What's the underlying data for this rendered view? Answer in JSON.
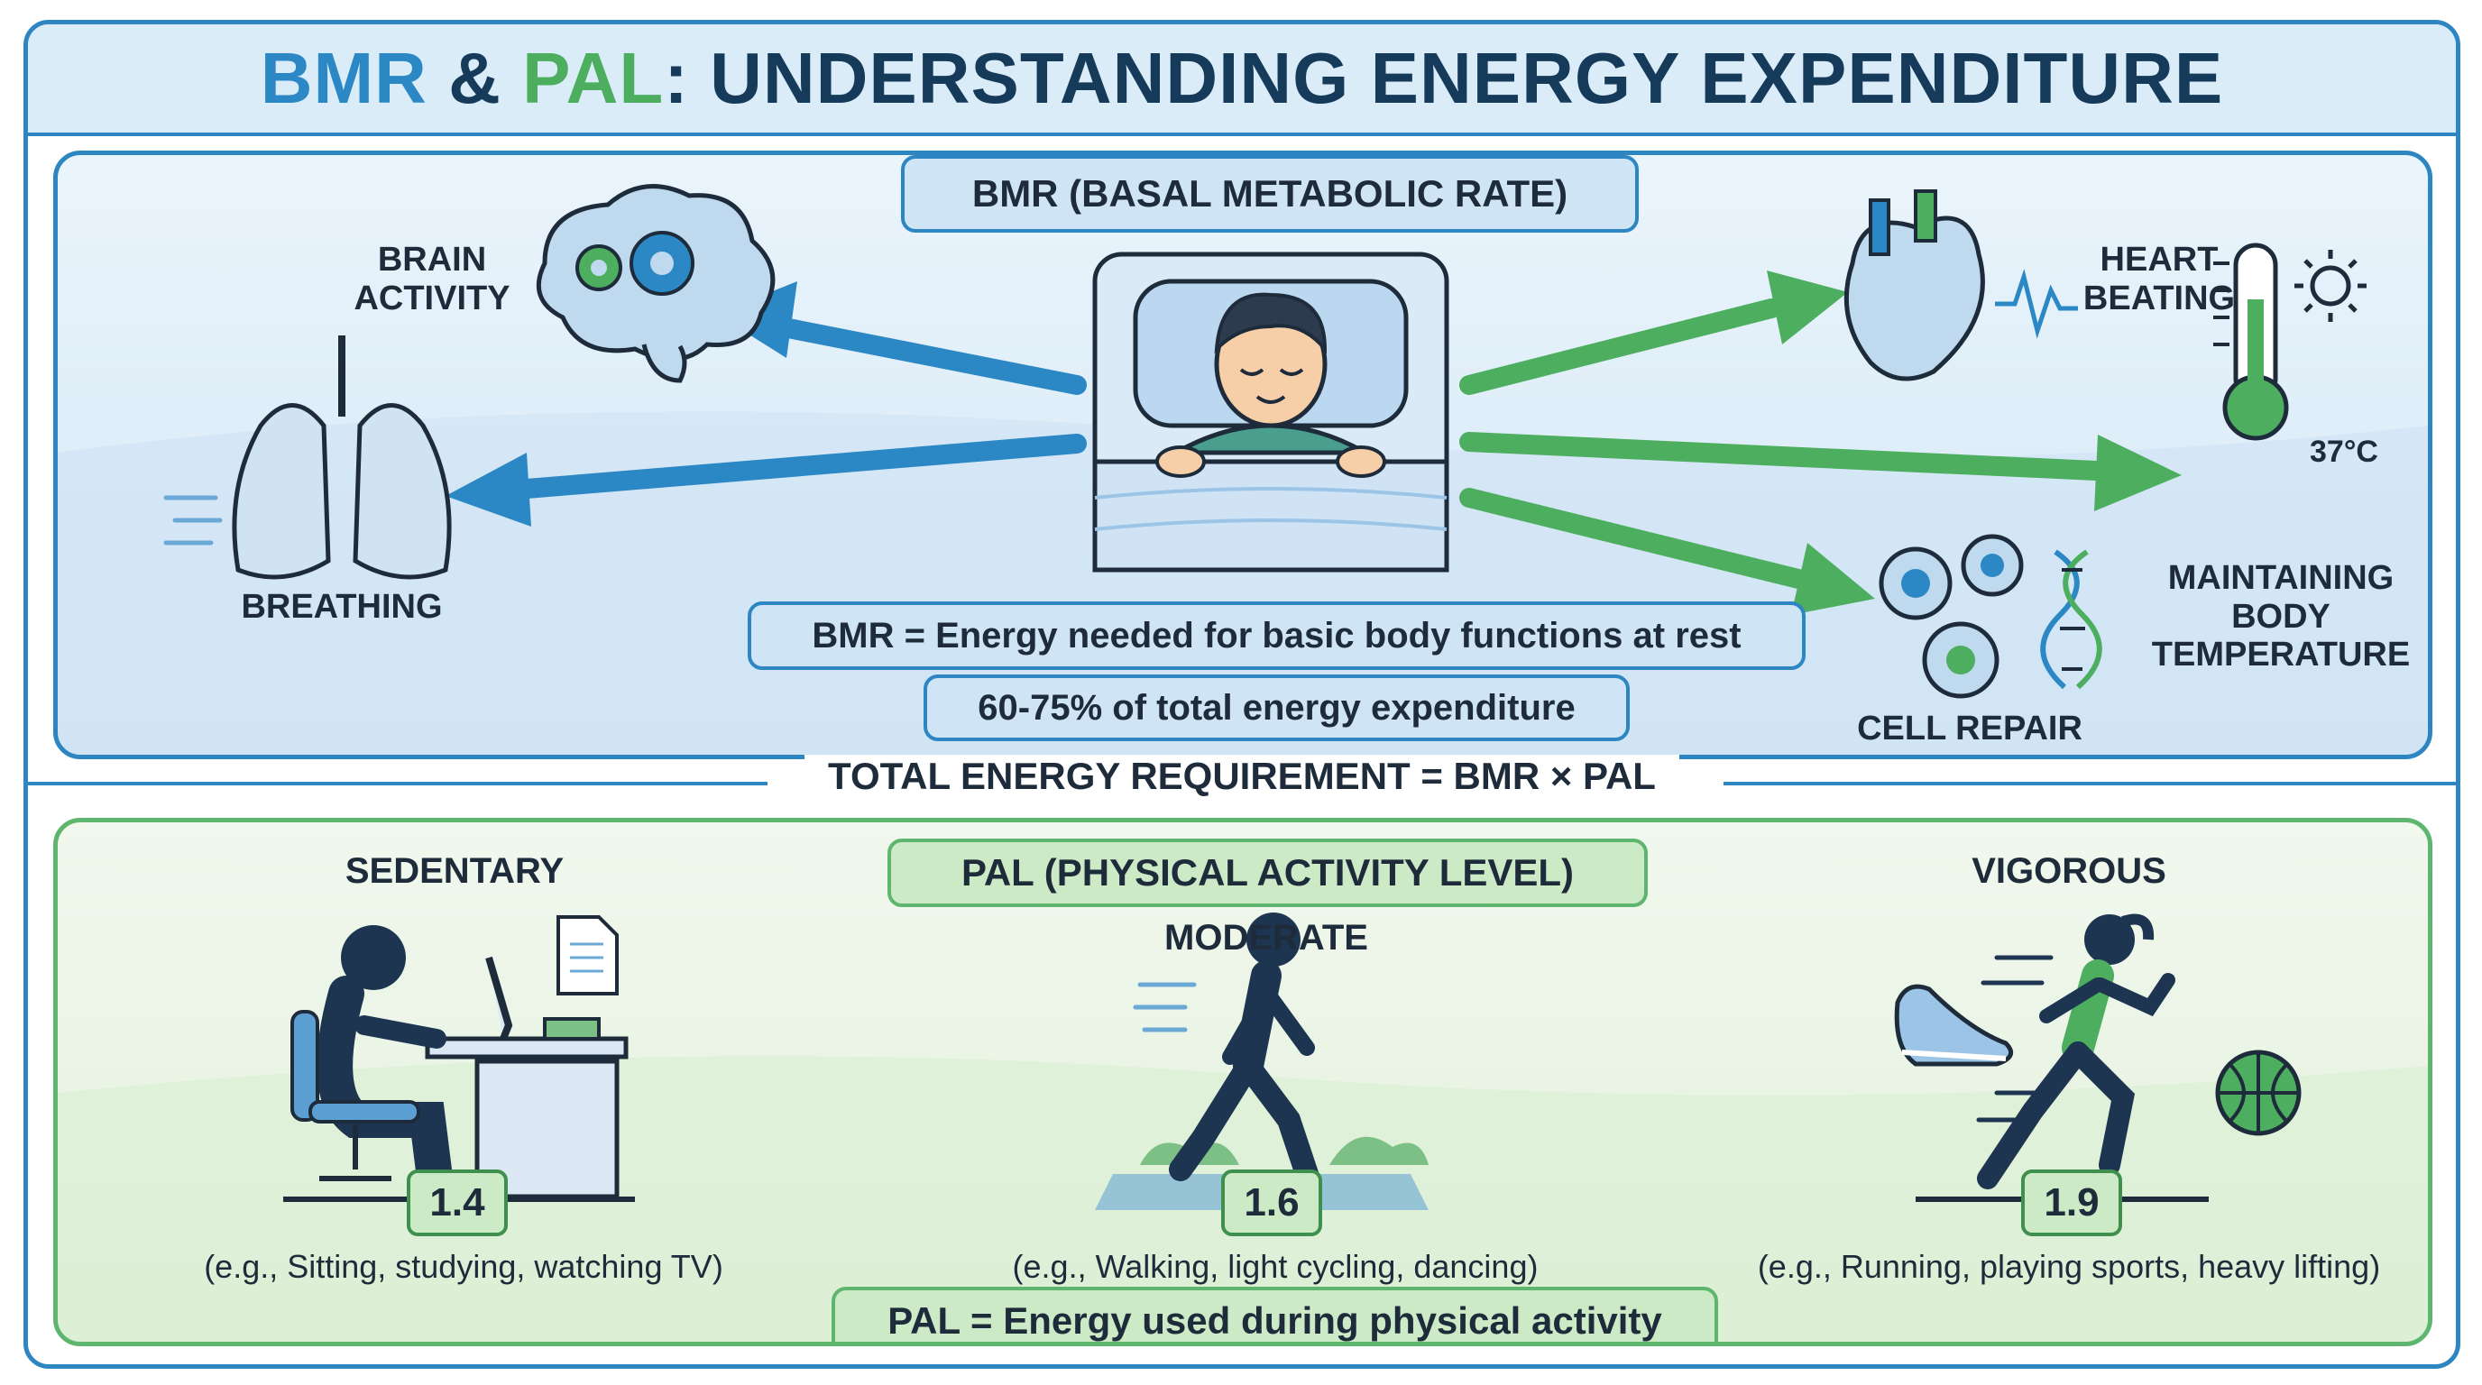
{
  "title": {
    "part1": "BMR",
    "part2": " & ",
    "part3": "PAL",
    "part4": ": UNDERSTANDING ENERGY EXPENDITURE"
  },
  "bmr_section": {
    "heading": "BMR (BASAL METABOLIC RATE)",
    "items": {
      "brain": "BRAIN\nACTIVITY",
      "breathing": "BREATHING",
      "heart": "HEART\nBEATING",
      "temperature": "MAINTAINING\nBODY\nTEMPERATURE",
      "cell_repair": "CELL REPAIR"
    },
    "temperature_value": "37°C",
    "definition": "BMR = Energy needed for basic body functions at rest",
    "share": "60-75% of total energy expenditure"
  },
  "total_formula": "TOTAL ENERGY REQUIREMENT = BMR × PAL",
  "pal_section": {
    "heading": "PAL (PHYSICAL ACTIVITY LEVEL)",
    "levels": [
      {
        "name": "SEDENTARY",
        "value": "1.4",
        "examples": "(e.g., Sitting, studying, watching TV)"
      },
      {
        "name": "MODERATE",
        "value": "1.6",
        "examples": "(e.g., Walking, light cycling, dancing)"
      },
      {
        "name": "VIGOROUS",
        "value": "1.9",
        "examples": "(e.g., Running, playing sports, heavy lifting)"
      }
    ],
    "definition": "PAL = Energy used during physical activity"
  },
  "colors": {
    "blue": "#2d86c1",
    "green": "#5eb56d",
    "navy": "#1d2b3a",
    "light_blue": "#cfe5f6",
    "light_green": "#cdeac6"
  },
  "icons": [
    "brain-icon",
    "lungs-icon",
    "heart-icon",
    "thermometer-icon",
    "sun-icon",
    "cells-icon",
    "dna-icon",
    "sleeping-person-icon",
    "desk-worker-icon",
    "walking-person-icon",
    "runner-icon",
    "sneaker-icon",
    "basketball-icon",
    "document-icon"
  ]
}
